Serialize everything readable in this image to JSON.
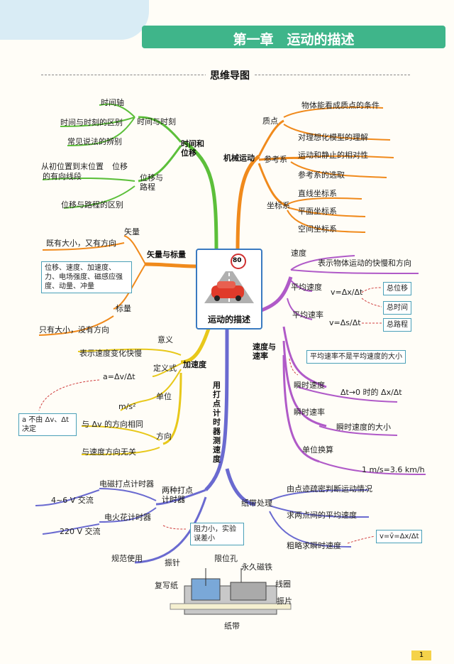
{
  "header": {
    "title": "第一章　运动的描述",
    "subtitle": "思维导图"
  },
  "center": {
    "label": "运动的描述",
    "sign": "80"
  },
  "left": {
    "time_position": {
      "label": "时间和\n位移",
      "time_group": {
        "label": "时间与时刻",
        "items": [
          "时间轴",
          "时间与时刻的区别",
          "常见说法的辨别"
        ]
      },
      "disp_group": {
        "label": "位移与\n路程",
        "items": [
          "从初位置到末位置",
          "的有向线段",
          "位移与路程的区别"
        ],
        "tag": "位移"
      }
    },
    "vector": {
      "label": "矢量与标量",
      "vector_label": "矢量",
      "vector_desc": "既有大小，又有方向",
      "vector_examples": "位移、速度、加速度、力、电场强度、磁感应强度、动量、冲量",
      "scalar_label": "标量",
      "scalar_desc": "只有大小，没有方向"
    },
    "accel": {
      "label": "加速度",
      "meaning_label": "意义",
      "meaning_desc": "表示速度变化快慢",
      "def_label": "定义式",
      "formula": "a=Δv/Δt",
      "unit_label": "单位",
      "unit": "m/s²",
      "dir_label": "方向",
      "dir1": "与 Δv 的方向相同",
      "dir2": "与速度方向无关",
      "note": "a 不由 Δv、Δt 决定"
    },
    "timer": {
      "label": "两种打点\n计时器",
      "e1": "电磁打点计时器",
      "e1v": "4~6 V 交流",
      "e2": "电火花计时器",
      "e2v": "220 V 交流",
      "use": "规范使用",
      "adv": "阻力小，实验误差小"
    }
  },
  "right": {
    "mech": {
      "label": "机械运动",
      "particle_label": "质点",
      "p1": "物体能看成质点的条件",
      "p2": "对理想化模型的理解",
      "ref_label": "参考系",
      "r1": "运动和静止的相对性",
      "r2": "参考系的选取",
      "coord_label": "坐标系",
      "c1": "直线坐标系",
      "c2": "平面坐标系",
      "c3": "空间坐标系"
    },
    "speed": {
      "label": "速度与\n速率",
      "v_label": "速度",
      "v_desc": "表示物体运动的快慢和方向",
      "avg_v": "平均速度",
      "avg_v_f": "v=Δx/Δt",
      "disp": "总位移",
      "time": "总时间",
      "avg_s": "平均速率",
      "avg_s_f": "v=Δs/Δt",
      "path": "总路程",
      "note": "平均速率不是平均速度的大小",
      "inst_v": "瞬时速度",
      "inst_f": "Δt→0 时的 Δx/Δt",
      "inst_s": "瞬时速率",
      "inst_s_d": "瞬时速度的大小",
      "conv": "单位换算",
      "conv_v": "1 m/s=3.6 km/h"
    },
    "tape": {
      "label": "纸带处理",
      "t1": "由点迹疏密判断运动情况",
      "t2": "求两点间的平均速度",
      "t3": "粗略求瞬时速度",
      "t3f": "v=v̄=Δx/Δt"
    }
  },
  "vertical": {
    "label": "用打点计时器测速度"
  },
  "device": {
    "l1": "振针",
    "l2": "限位孔",
    "l3": "永久磁铁",
    "l4": "复写纸",
    "l5": "线圈",
    "l6": "振片",
    "l7": "纸带"
  },
  "page": {
    "number": "1"
  },
  "colors": {
    "green": "#5cbf3a",
    "orange": "#f08a1c",
    "purple": "#b05ac8",
    "yellow": "#e8c81a",
    "blue": "#6a6ad0",
    "title": "#3fb58a"
  }
}
